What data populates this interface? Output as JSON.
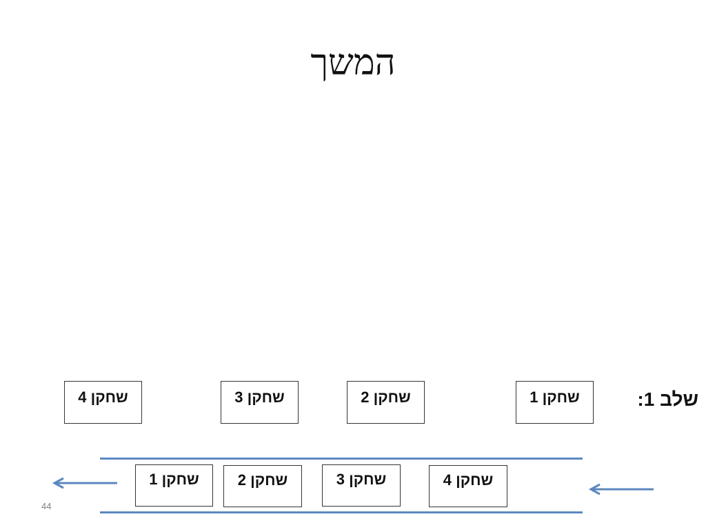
{
  "slide": {
    "title": "המשך",
    "stage_label": "שלב 1:",
    "row1_players": [
      "שחקן 1",
      "שחקן 2",
      "שחקן 3",
      "שחקן 4"
    ],
    "row2_players": [
      "שחקן 1",
      "שחקן 2",
      "שחקן 3",
      "שחקן 4"
    ],
    "page_number": "44",
    "colors": {
      "arrow": "#5b87bf",
      "lane": "#5b87bf",
      "box_border": "#333333"
    }
  }
}
